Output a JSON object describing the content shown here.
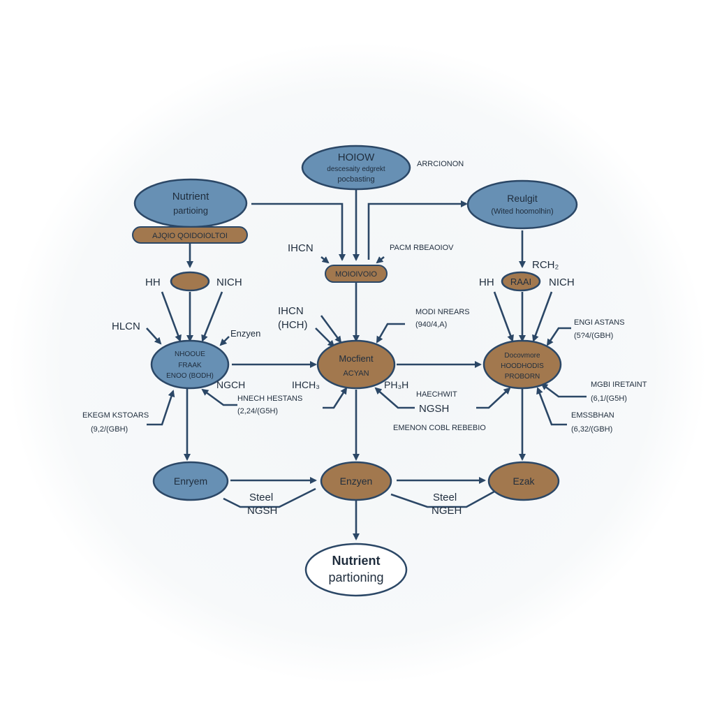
{
  "colors": {
    "blue_fill": "#6790b4",
    "brown_fill": "#a2784e",
    "stroke": "#2b4766",
    "arrow": "#2b4766",
    "final_fill": "#ffffff",
    "background_halo": "#f3f6f8"
  },
  "nodes": {
    "top_center": {
      "line1": "HOIOW",
      "line2": "descesaity edgrekt",
      "line3": "pocbasting"
    },
    "top_left": {
      "line1": "Nutrient",
      "line2": "partioing"
    },
    "top_right": {
      "line1": "Reulgit",
      "line2": "(Wited hoomolhin)"
    },
    "left_chain": {
      "label": "AJQIO QOIDOIOLTOI"
    },
    "center_chain": {
      "label": "MOIOIVOIO"
    },
    "left_small": {
      "label": ""
    },
    "right_small": {
      "label": "RAAI"
    },
    "left_mid": {
      "line1": "NHOOUE",
      "line2": "FRAAK",
      "line3": "ENOO (BODH)"
    },
    "center_mid": {
      "line1": "Mocfient",
      "line2": "ACYAN"
    },
    "right_mid": {
      "line1": "Docovmore",
      "line2": "HOODHODIS",
      "line3": "PROBORN"
    },
    "left_low": {
      "label": "Enryem"
    },
    "center_low": {
      "label": "Enzyen"
    },
    "right_low": {
      "label": "Ezak"
    },
    "final": {
      "line1": "Nutrient",
      "line2": "partioning"
    }
  },
  "labels": {
    "arrcionon": "ARRCIONON",
    "hicn_top": "IHCN",
    "pacm": "PACM RBEAOIOV",
    "pch2": "RCH₂",
    "hh_left": "HH",
    "nich_left": "NICH",
    "hh_right": "HH",
    "nich_right": "NICH",
    "hlcn": "HLCN",
    "enzyen_left": "Enzyen",
    "hicn_center": "IHCN",
    "hch": "(HCH)",
    "modi_line1": "MODI NREARS",
    "modi_line2": "(940/4,A)",
    "engi_line1": "ENGI ASTANS",
    "engi_line2": "(5?4/(GBH)",
    "ngch_left": "NGCH",
    "hicn_h3": "IHCH₃",
    "ph3h": "PH₃H",
    "hincch_line1": "HNECH HESTANS",
    "hincch_line2": "(2,24/(G5H)",
    "haecht": "HAECHWIT",
    "ngsh_center": "NGSH",
    "ekegm_line1": "EKEGM KSTOARS",
    "ekegm_line2": "(9,2/(GBH)",
    "emenon": "EMENON COBL REBEBIO",
    "mgbi_line1": "MGBI IRETAINT",
    "mgbi_line2": "(6,1/(G5H)",
    "emssbhan_line1": "EMSSBHAN",
    "emssbhan_line2": "(6,32/(GBH)",
    "steel_left": "Steel",
    "ngsh_left_low": "NGSH",
    "steel_right": "Steel",
    "ngeh_right_low": "NGEH"
  }
}
